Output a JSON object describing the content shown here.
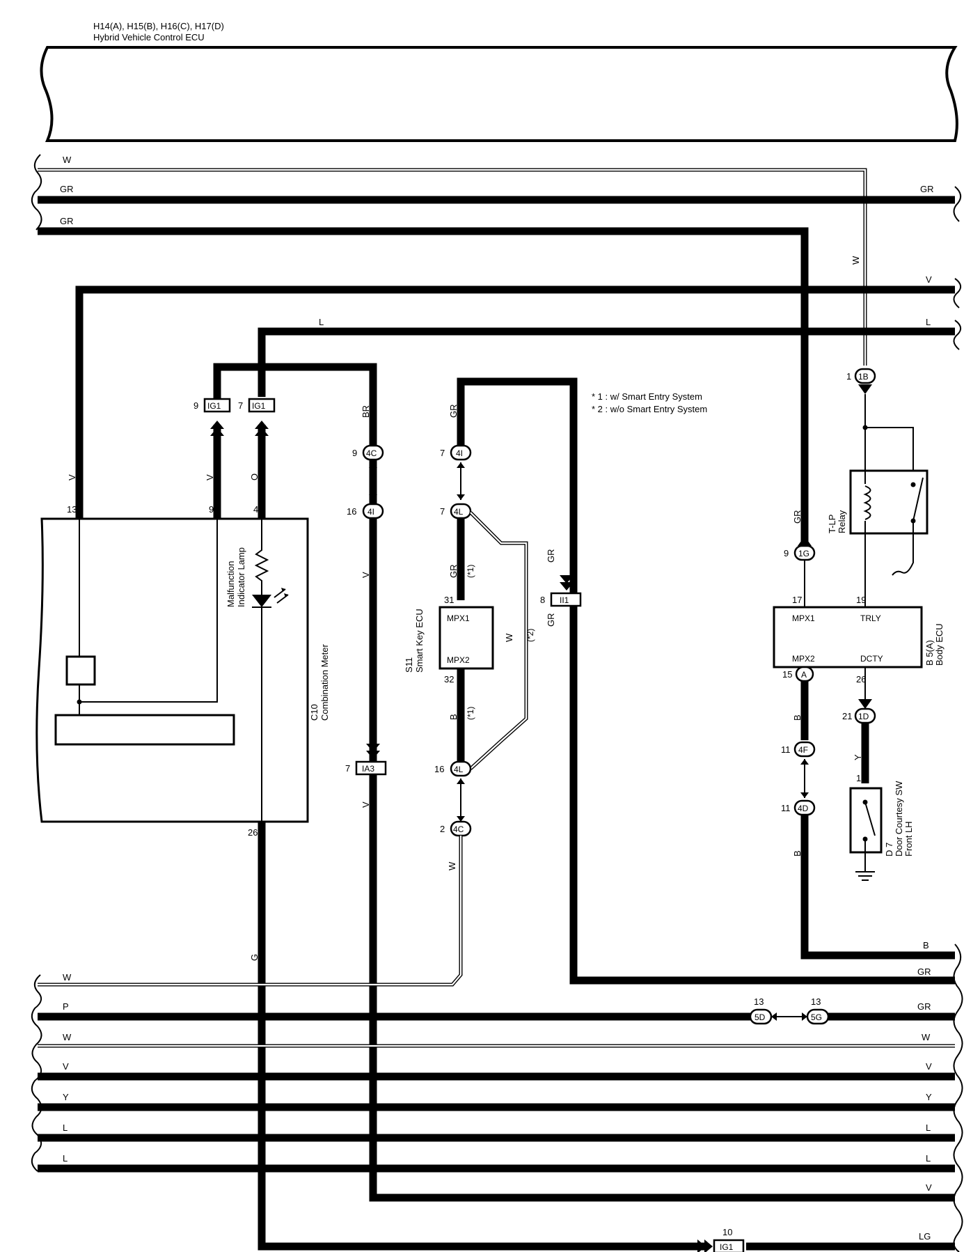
{
  "ecu_header": {
    "title_line1": "H14(A), H15(B), H16(C), H17(D)",
    "title_line2": "Hybrid Vehicle Control ECU"
  },
  "notes": {
    "note1": "* 1 : w/ Smart Entry System",
    "note2": "* 2 : w/o Smart Entry System"
  },
  "components": {
    "combination_meter": {
      "code": "C10",
      "name": "Combination Meter"
    },
    "malfunction_lamp": {
      "line1": "Malfunction",
      "line2": "Indicator Lamp"
    },
    "smart_key_ecu": {
      "code": "S11",
      "name": "Smart Key ECU",
      "pin1": "MPX1",
      "pin2": "MPX2"
    },
    "body_ecu": {
      "code": "B 5(A)",
      "name": "Body ECU",
      "pin_mpx1": "MPX1",
      "pin_trly": "TRLY",
      "pin_mpx2": "MPX2",
      "pin_dcty": "DCTY"
    },
    "tlp_relay": {
      "line1": "T-LP",
      "line2": "Relay"
    },
    "door_sw": {
      "code": "D 7",
      "line1": "Door Courtesy SW",
      "line2": "Front LH"
    }
  },
  "connectors": {
    "ig1_9": "IG1",
    "ig1_7": "IG1",
    "c4c_9": "4C",
    "c4i_16": "4I",
    "c4i_7": "4I",
    "c4l_7": "4L",
    "c4l_16": "4L",
    "c4c_2": "4C",
    "ii1": "II1",
    "ia3": "IA3",
    "c1b": "1B",
    "c1g": "1G",
    "c_a": "A",
    "c1d": "1D",
    "c4f": "4F",
    "c4d": "4D",
    "c5d": "5D",
    "c5g": "5G",
    "ig1_10": "IG1"
  },
  "pins": {
    "p9a": "9",
    "p7a": "7",
    "p13": "13",
    "p9b": "9",
    "p4": "4",
    "p26": "26",
    "p9c": "9",
    "p16a": "16",
    "p7ia3": "7",
    "p7b": "7",
    "p7c": "7",
    "p31": "31",
    "p32": "32",
    "p16b": "16",
    "p2": "2",
    "p8": "8",
    "p1a": "1",
    "p9d": "9",
    "p17": "17",
    "p19": "19",
    "p15": "15",
    "p26b": "26",
    "p21": "21",
    "p1b": "1",
    "p11a": "11",
    "p11b": "11",
    "p13a": "13",
    "p13b": "13",
    "p10": "10"
  },
  "wire_colors": {
    "top_w": "W",
    "top_gr1": "GR",
    "top_gr1_r": "GR",
    "top_gr2": "GR",
    "v_r": "V",
    "l_top": "L",
    "l_r": "L",
    "w_vert": "W",
    "v_left": "V",
    "v_ig1": "V",
    "o": "O",
    "br": "BR",
    "v_mid": "V",
    "v_ia3": "V",
    "gr_top": "GR",
    "gr_sk": "GR",
    "w_x2": "W",
    "b_sk": "B",
    "w_bot": "W",
    "gr_ii1a": "GR",
    "gr_ii1b": "GR",
    "gr_1g": "GR",
    "b_a": "B",
    "b_4d": "B",
    "y_dsw": "Y",
    "g": "G",
    "b_r": "B",
    "gr_r1": "GR",
    "gr_r2": "GR",
    "w_r": "W",
    "v_r2": "V",
    "y_r": "Y",
    "l_r1": "L",
    "l_r2": "L",
    "v_r3": "V",
    "lg_r": "LG",
    "w_l": "W",
    "p_l": "P",
    "w_l2": "W",
    "v_l": "V",
    "y_l": "Y",
    "l_l1": "L",
    "l_l2": "L",
    "x1a": "(*1)",
    "x1b": "(*1)",
    "x2": "(*2)"
  }
}
